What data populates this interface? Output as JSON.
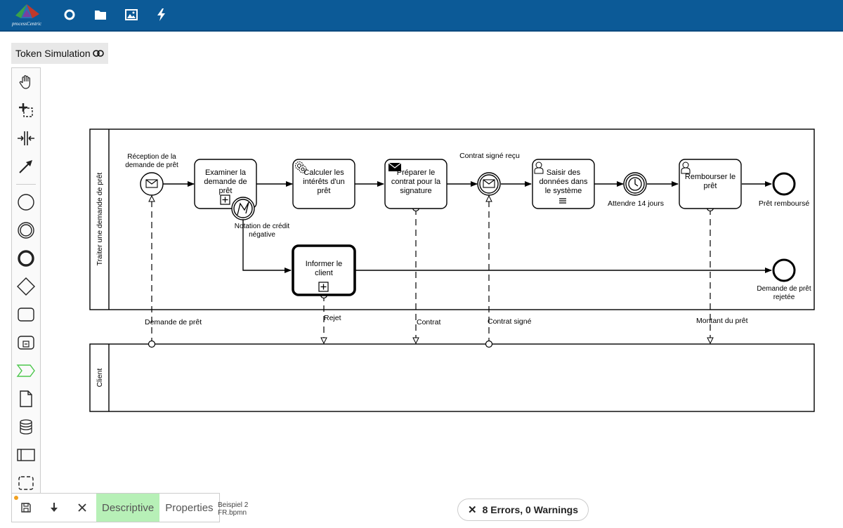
{
  "app": {
    "logo_text": "processCentric"
  },
  "toolbar": {
    "token_simulation_label": "Token Simulation"
  },
  "pools": {
    "main": {
      "name": "Traiter une demande de prêt"
    },
    "client": {
      "name": "Client"
    }
  },
  "elements": {
    "start_event": "Réception de la demande de prêt",
    "examiner": "Examiner la demande de prêt",
    "calculer": "Calculer les intérêts d'un prêt",
    "preparer": "Préparer le contrat pour la signature",
    "contrat_recu": "Contrat signé reçu",
    "saisir": "Saisir des données dans le système",
    "attendre": "Attendre 14 jours",
    "rembourser": "Rembourser le prêt",
    "pret_rembourse": "Prêt remboursé",
    "notation": "Notation de crédit négative",
    "informer": "Informer le client",
    "demande_rejetee": "Demande de prêt rejetée"
  },
  "messages": {
    "demande": "Demande de prêt",
    "rejet": "Rejet",
    "contrat": "Contrat",
    "contrat_signe": "Contrat signé",
    "montant": "Montant du prêt"
  },
  "footer": {
    "tab_descriptive": "Descriptive",
    "tab_properties": "Properties",
    "file_name": "Beispiel 2 FR.bpmn",
    "status": "8 Errors, 0 Warnings"
  },
  "colors": {
    "topbar": "#0c5a97",
    "active_tab": "#b7f0b7",
    "dirty_dot": "#f0a020"
  }
}
